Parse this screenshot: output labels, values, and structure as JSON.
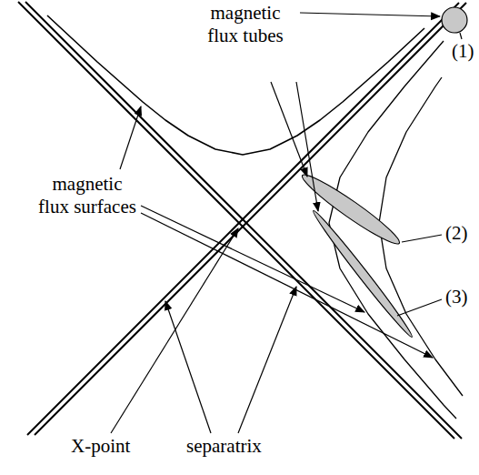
{
  "diagram": {
    "labels": [
      "magnetic flux tubes",
      "(1)",
      "magnetic flux surfaces",
      "(2)",
      "(3)",
      "X-point",
      "separatrix"
    ]
  }
}
